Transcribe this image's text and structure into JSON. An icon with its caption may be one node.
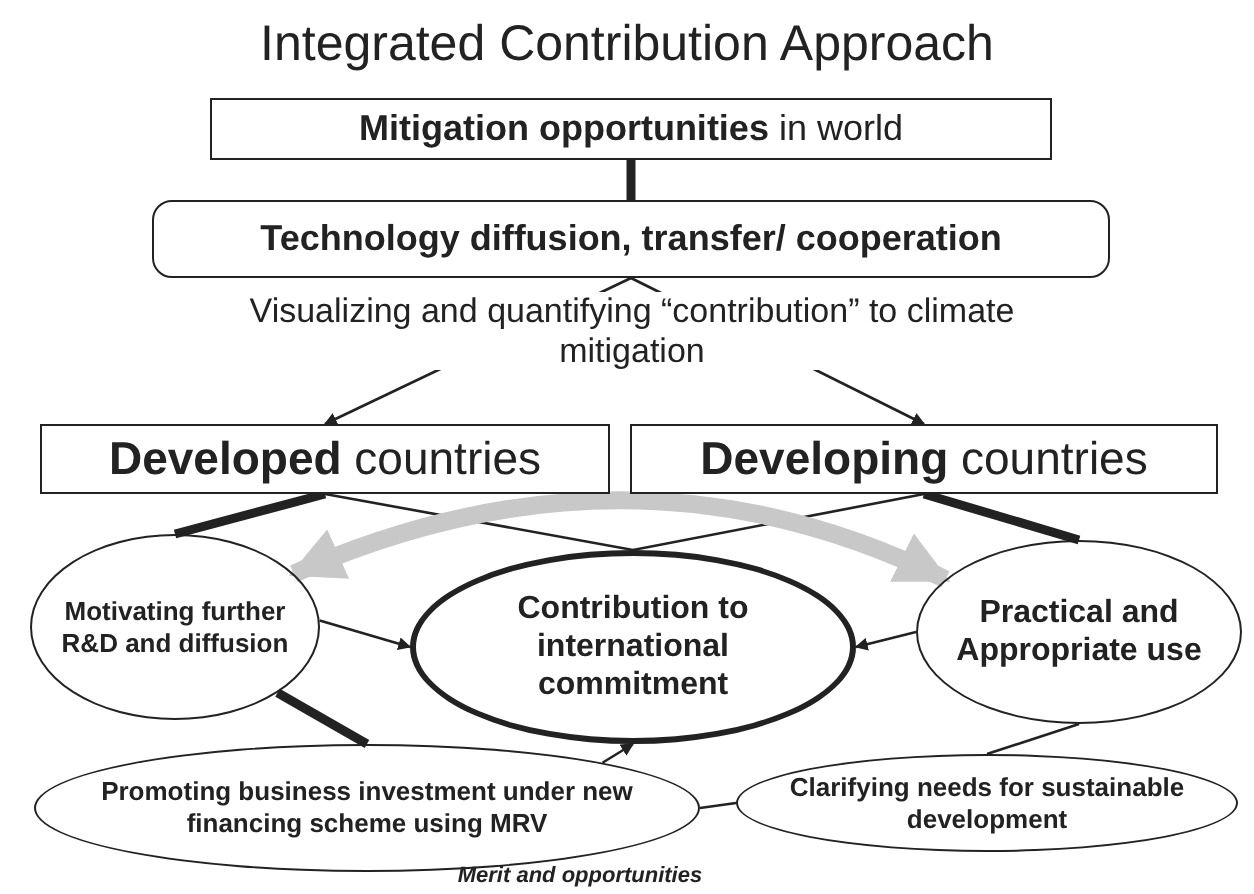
{
  "diagram": {
    "title": "Integrated Contribution Approach",
    "nodes": [
      {
        "text": [
          "**Mitigation opportunities** in world"
        ]
      },
      {
        "text": [
          "Technology  diffusion, transfer/ cooperation"
        ]
      },
      {
        "text": [
          "**Developed** countries"
        ]
      },
      {
        "text": [
          "**Developing** countries"
        ]
      },
      {
        "text": [
          "Motivating further R&D and diffusion"
        ]
      },
      {
        "text": [
          "Contribution to  international commitment"
        ]
      },
      {
        "text": [
          "Practical and Appropriate use"
        ]
      },
      {
        "text": [
          "Promoting business investment under new financing scheme using MRV"
        ]
      },
      {
        "text": [
          "Clarifying needs for sustainable development"
        ]
      }
    ],
    "edges": [
      {
        "from": 0,
        "to": 1,
        "arrow": "none",
        "style": "thick"
      },
      {
        "from": 1,
        "to": 2,
        "arrow": "to"
      },
      {
        "from": 1,
        "to": 3,
        "arrow": "to"
      },
      {
        "from": 2,
        "to": 4,
        "arrow": "none",
        "style": "thick"
      },
      {
        "from": 3,
        "to": 6,
        "arrow": "none",
        "style": "thick"
      },
      {
        "from": 2,
        "to": 5,
        "arrow": "none"
      },
      {
        "from": 3,
        "to": 5,
        "arrow": "none"
      },
      {
        "from": 4,
        "to": 5,
        "arrow": "to"
      },
      {
        "from": 6,
        "to": 5,
        "arrow": "to"
      },
      {
        "from": 7,
        "to": 5,
        "arrow": "to"
      },
      {
        "from": 4,
        "to": 7,
        "arrow": "none",
        "style": "thick"
      },
      {
        "from": 7,
        "to": 8,
        "arrow": "none"
      },
      {
        "from": 8,
        "to": 6,
        "arrow": "none"
      },
      {
        "from": 4,
        "to": 6,
        "arrow": "both",
        "style": "thick",
        "color": "#c8c8c8"
      }
    ],
    "labels": [
      "Visualizing and quantifying  “contribution” to climate mitigation",
      "Merit and opportunities"
    ]
  }
}
